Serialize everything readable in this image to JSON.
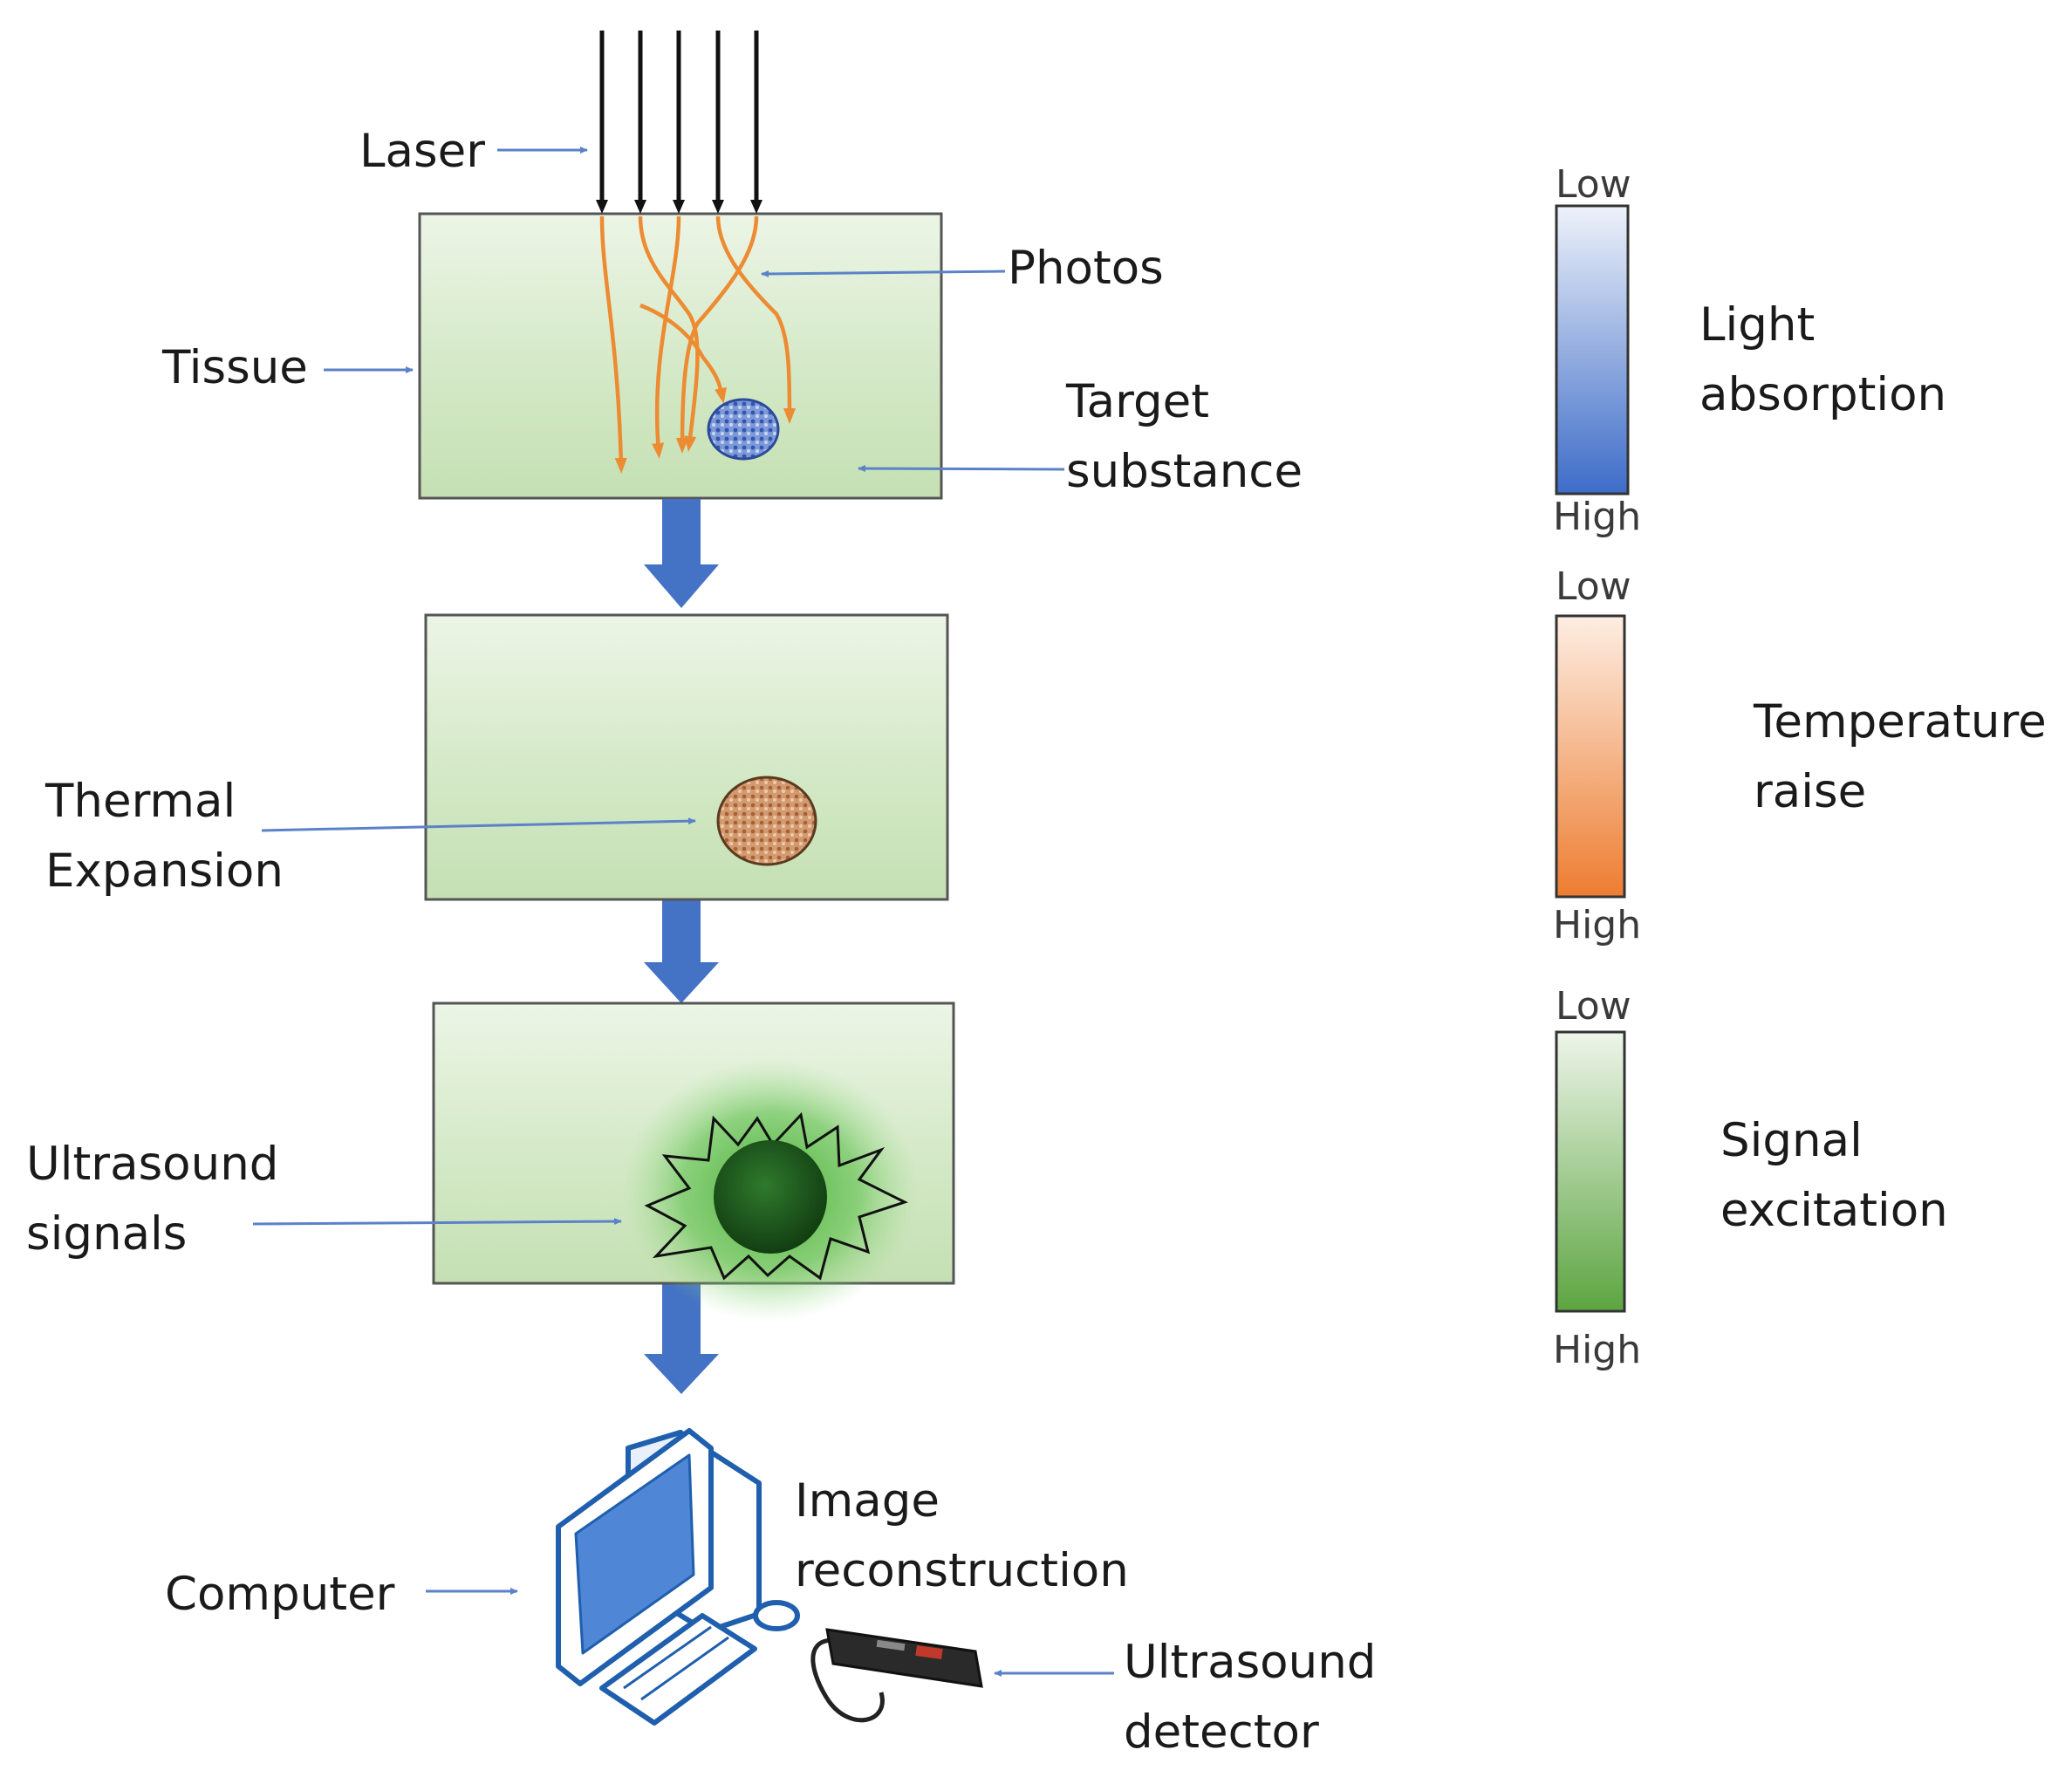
{
  "labels": {
    "laser": "Laser",
    "photos": "Photos",
    "tissue": "Tissue",
    "target_line1": "Target",
    "target_line2": "substance",
    "thermal_line1": "Thermal",
    "thermal_line2": "Expansion",
    "ultrasound_signals_line1": "Ultrasound",
    "ultrasound_signals_line2": "signals",
    "computer": "Computer",
    "image_recon_line1": "Image",
    "image_recon_line2": "reconstruction",
    "detector_line1": "Ultrasound",
    "detector_line2": "detector"
  },
  "legend": [
    {
      "low": "Low",
      "high": "High",
      "title_line1": "Light",
      "title_line2": "absorption",
      "color_low": "#e8eef8",
      "color_high": "#3e6cc6"
    },
    {
      "low": "Low",
      "high": "High",
      "title_line1": "Temperature",
      "title_line2": "raise",
      "color_low": "#fbe5d6",
      "color_high": "#ed7d31"
    },
    {
      "low": "Low",
      "high": "High",
      "title_line1": "Signal",
      "title_line2": "excitation",
      "color_low": "#e7f0e0",
      "color_high": "#5aa33e"
    }
  ],
  "colors": {
    "panel_green": "#c9e2b8",
    "flow_arrow": "#4472c4",
    "photon": "#ed8b32",
    "pointer": "#5b82c8"
  }
}
